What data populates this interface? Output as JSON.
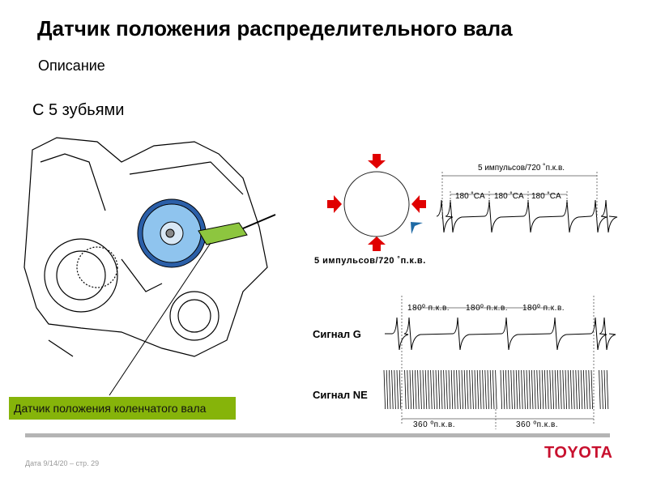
{
  "title": "Датчик положения распределительного вала",
  "subtitle": "Описание",
  "teeth_label": "С 5 зубьями",
  "crank_sensor_label": "Датчик положения коленчатого вала",
  "cam_diagram": {
    "pulses_top": "5 импульсов/720 ˚п.к.в.",
    "interval_label": "180 ˚CA",
    "pulses_bottom": "5 импульсов/720 ˚п.к.в."
  },
  "signals": {
    "g_label": "Сигнал G",
    "ne_label": "Сигнал NE",
    "g_interval": "180º п.к.в.",
    "ne_interval": "360 ºп.к.в."
  },
  "footer": {
    "date": "Дата 9/14/20 – стр.  29",
    "logo": "TOYOTA"
  },
  "colors": {
    "green": "#86b40a",
    "toyota_red": "#c8102e",
    "arrow_red": "#e00000",
    "arrow_blue": "#1f6aa5"
  }
}
